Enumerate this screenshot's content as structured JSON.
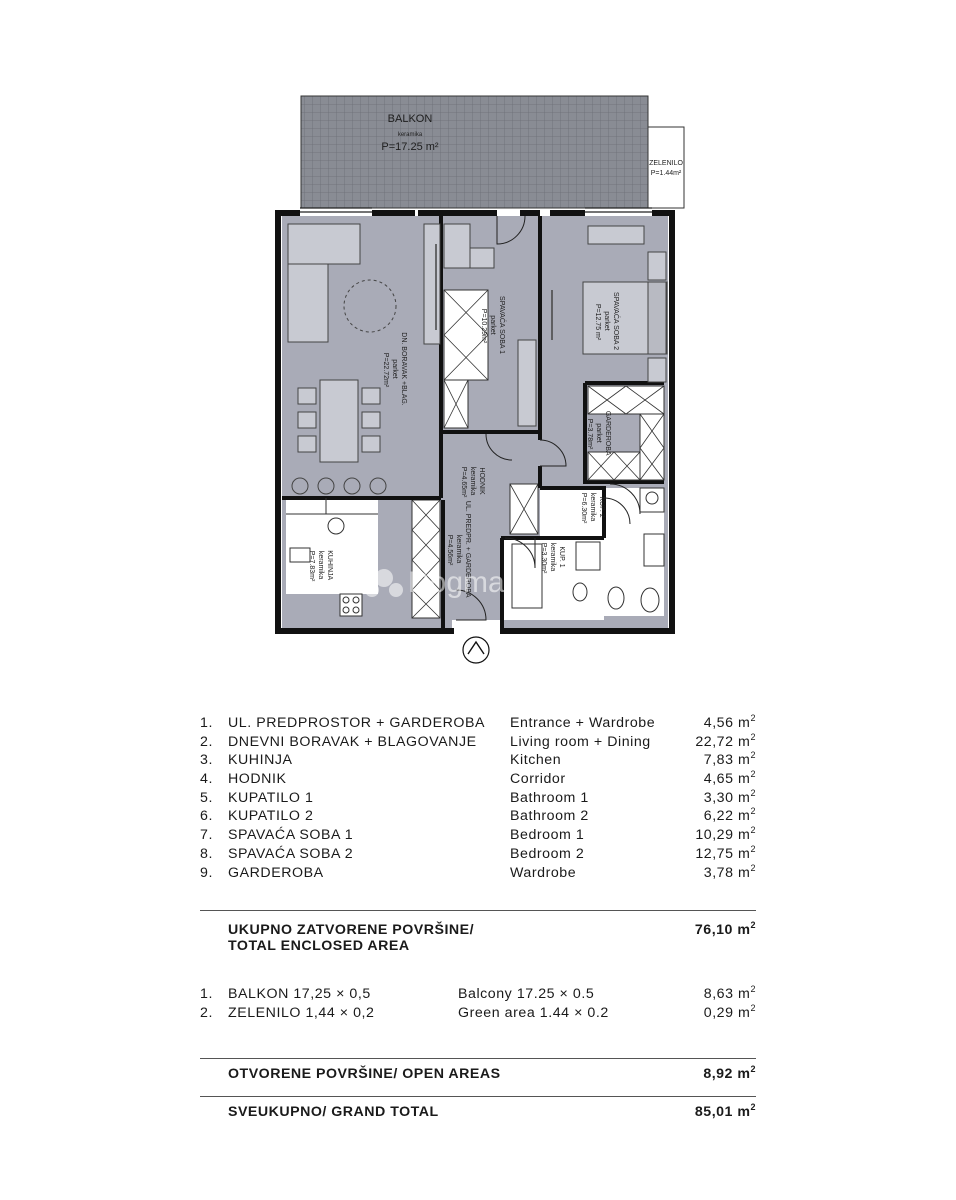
{
  "floorplan": {
    "balcony_label": "BALKON",
    "balcony_material": "keramika",
    "balcony_area": "P=17.25 m²",
    "green_label": "ZELENILO",
    "green_area": "P=1.44m²",
    "rooms": [
      {
        "name": "DN. BORAVAK +BLAG.",
        "sub": "parket",
        "area": "P=22.72m²"
      },
      {
        "name": "SPAVAĆA SOBA 1",
        "sub": "parket",
        "area": "P=10.29m²"
      },
      {
        "name": "SPAVAĆA SOBA 2",
        "sub": "parket",
        "area": "P=12.75 m²"
      },
      {
        "name": "GARDEROBA",
        "sub": "parket",
        "area": "P=3.78m²"
      },
      {
        "name": "HODNIK",
        "sub": "keramika",
        "area": "P=4.65m²"
      },
      {
        "name": "KUP. 2",
        "sub": "keramika",
        "area": "P=6.30m²"
      },
      {
        "name": "KUP. 1",
        "sub": "keramika",
        "area": "P=3.30m²"
      },
      {
        "name": "UL. PREDPR. + GARDEROBA",
        "sub": "keramika",
        "area": "P=4.56m²"
      },
      {
        "name": "KUHINJA",
        "sub": "keramika",
        "area": "P=7.83m²"
      }
    ],
    "watermark": "Dogma"
  },
  "rooms_list": [
    {
      "num": "1.",
      "hr": "UL. PREDPROSTOR + GARDEROBA",
      "en": "Entrance + Wardrobe",
      "area": "4,56 m"
    },
    {
      "num": "2.",
      "hr": "DNEVNI BORAVAK + BLAGOVANJE",
      "en": "Living room + Dining",
      "area": "22,72 m"
    },
    {
      "num": "3.",
      "hr": "KUHINJA",
      "en": "Kitchen",
      "area": "7,83 m"
    },
    {
      "num": "4.",
      "hr": "HODNIK",
      "en": "Corridor",
      "area": "4,65 m"
    },
    {
      "num": "5.",
      "hr": "KUPATILO 1",
      "en": "Bathroom 1",
      "area": "3,30 m"
    },
    {
      "num": "6.",
      "hr": "KUPATILO 2",
      "en": "Bathroom 2",
      "area": "6,22 m"
    },
    {
      "num": "7.",
      "hr": "SPAVAĆA SOBA 1",
      "en": "Bedroom 1",
      "area": "10,29 m"
    },
    {
      "num": "8.",
      "hr": "SPAVAĆA SOBA 2",
      "en": "Bedroom 2",
      "area": "12,75 m"
    },
    {
      "num": "9.",
      "hr": "GARDEROBA",
      "en": "Wardrobe",
      "area": "3,78 m"
    }
  ],
  "unit_exp": "2",
  "enclosed": {
    "line1": "UKUPNO ZATVORENE POVRŠINE/",
    "line2": "TOTAL ENCLOSED AREA",
    "area": "76,10 m"
  },
  "open_list": [
    {
      "num": "1.",
      "hr": "BALKON 17,25 × 0,5",
      "en": "Balcony 17.25 × 0.5",
      "area": "8,63 m"
    },
    {
      "num": "2.",
      "hr": "ZELENILO 1,44 × 0,2",
      "en": "Green area 1.44 × 0.2",
      "area": "0,29 m"
    }
  ],
  "open_total": {
    "label": "OTVORENE POVRŠINE/ OPEN AREAS",
    "area": "8,92 m"
  },
  "grand_total": {
    "label": "SVEUKUPNO/ GRAND TOTAL",
    "area": "85,01 m"
  },
  "colors": {
    "floor": "#a9abb7",
    "wall": "#111111",
    "balcony": "#878a92"
  }
}
